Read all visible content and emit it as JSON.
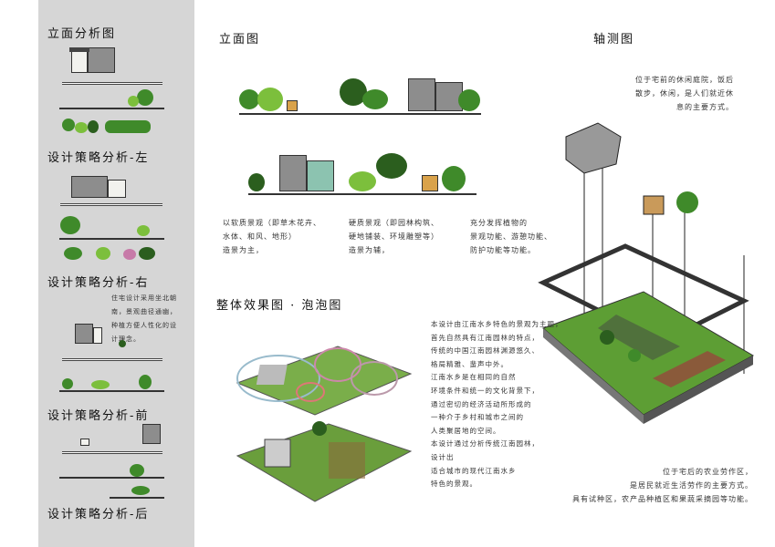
{
  "sidebar": {
    "title": "立面分析图",
    "left_label": "设计策略分析-左",
    "right_label": "设计策略分析-右",
    "right_note": [
      "住宅设计采用坐北朝",
      "南，景观曲径通幽，",
      "种植方便人性化的设",
      "计理念。"
    ],
    "front_label": "设计策略分析-前",
    "back_label": "设计策略分析-后"
  },
  "elevation": {
    "title": "立面图",
    "notes": [
      [
        "以软质景观（即草木花卉、",
        "水体、和风、地形）",
        "造景为主，"
      ],
      [
        "硬质景观（即园林构筑、",
        "硬地铺装、环境雕塑等）",
        "造景为辅，"
      ],
      [
        "充分发挥植物的",
        "景观功能、游憩功能、",
        "防护功能等功能。"
      ]
    ]
  },
  "bubble": {
    "title": "整体效果图 · 泡泡图"
  },
  "axon": {
    "title": "轴测图",
    "top_note": [
      "位于宅前的休闲庭院，饭后",
      "散步，休闲，是人们就近休",
      "息的主要方式。"
    ],
    "main_text": [
      "本设计由江南水乡特色的景观为主题，",
      "首先自然具有江南园林的特点，",
      "传统的中国江南园林渊源悠久、",
      "格局精雅、蜚声中外。",
      "江南水乡是在相同的自然",
      "环境条件和统一的文化背景下，",
      "通过密切的经济活动所形成的",
      "一种介于乡村和城市之间的",
      "人类聚居地的空间。",
      "本设计通过分析传统江南园林，",
      "设计出",
      "适合城市的现代江南水乡",
      "特色的景观。"
    ],
    "bottom_note": [
      "位于宅后的农业劳作区，",
      "是居民就近生活劳作的主要方式。",
      "具有试种区，农产品种植区和果蔬采摘园等功能。"
    ]
  },
  "colors": {
    "sidebar": "#d6d6d6",
    "grass": "#5d9e34",
    "tree": "#3f8a2a"
  }
}
